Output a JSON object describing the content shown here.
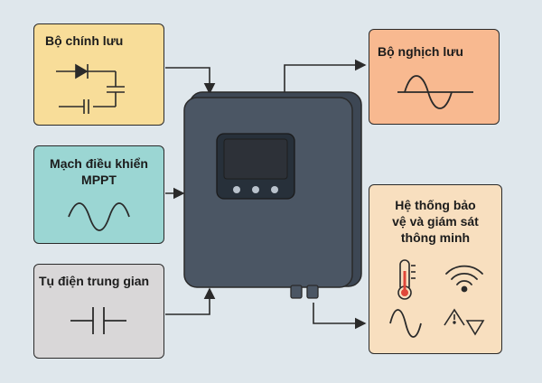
{
  "rectifier": {
    "title": "Bộ chính lưu"
  },
  "mppt": {
    "title_line1": "Mạch điều khiển",
    "title_line2": "MPPT"
  },
  "dc_link": {
    "title": "Tụ điện trung gian"
  },
  "inverter": {
    "title": "Bộ nghịch lưu"
  },
  "protection": {
    "title_line1": "Hệ thống bảo",
    "title_line2": "vệ và giám sát",
    "title_line3": "thông minh"
  },
  "colors": {
    "background": "#dfe7ec",
    "rectifier_box": "#f8dd99",
    "mppt_box": "#9bd6d3",
    "dc_link_box": "#d9d7d8",
    "inverter_box": "#f8b990",
    "protection_box": "#f8dfbf",
    "device_body": "#4b5664",
    "screen": "#2d3138"
  },
  "icons": [
    "diode-icon",
    "capacitor-icon",
    "sine-wave-icon",
    "thermometer-icon",
    "wifi-icon",
    "warning-triangle-icon"
  ]
}
